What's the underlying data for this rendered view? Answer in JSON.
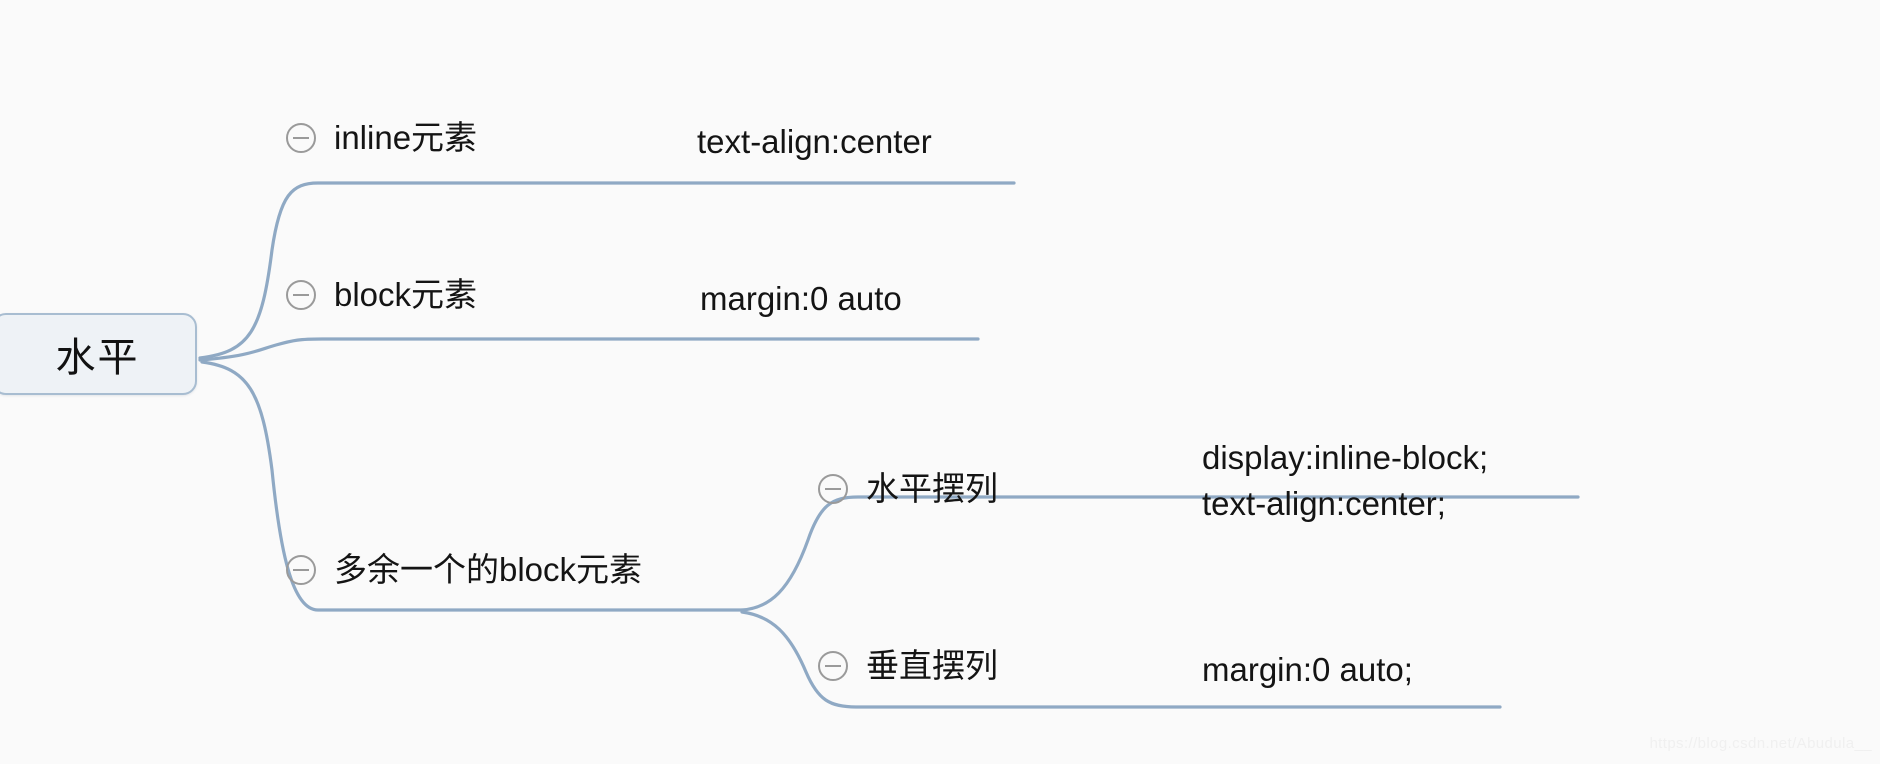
{
  "diagram": {
    "type": "mindmap",
    "background_color": "#fafafa",
    "link_color": "#8fa9c4",
    "root": {
      "label": "水平",
      "fill_color": "#eef2f6",
      "border_color": "#a8bdd1"
    },
    "branches": [
      {
        "id": "inline",
        "toggle": "collapse-icon",
        "label": "inline元素",
        "value": "text-align:center"
      },
      {
        "id": "block",
        "toggle": "collapse-icon",
        "label": "block元素",
        "value": "margin:0 auto"
      },
      {
        "id": "multi-block",
        "toggle": "collapse-icon",
        "label": "多余一个的block元素",
        "children": [
          {
            "id": "horizontal",
            "toggle": "collapse-icon",
            "label": "水平摆列",
            "value_lines": [
              "display:inline-block;",
              "text-align:center;"
            ]
          },
          {
            "id": "vertical",
            "toggle": "collapse-icon",
            "label": "垂直摆列",
            "value_lines": [
              "margin:0 auto;"
            ]
          }
        ]
      }
    ]
  },
  "watermark": {
    "text": "https://blog.csdn.net/Abudula__"
  }
}
